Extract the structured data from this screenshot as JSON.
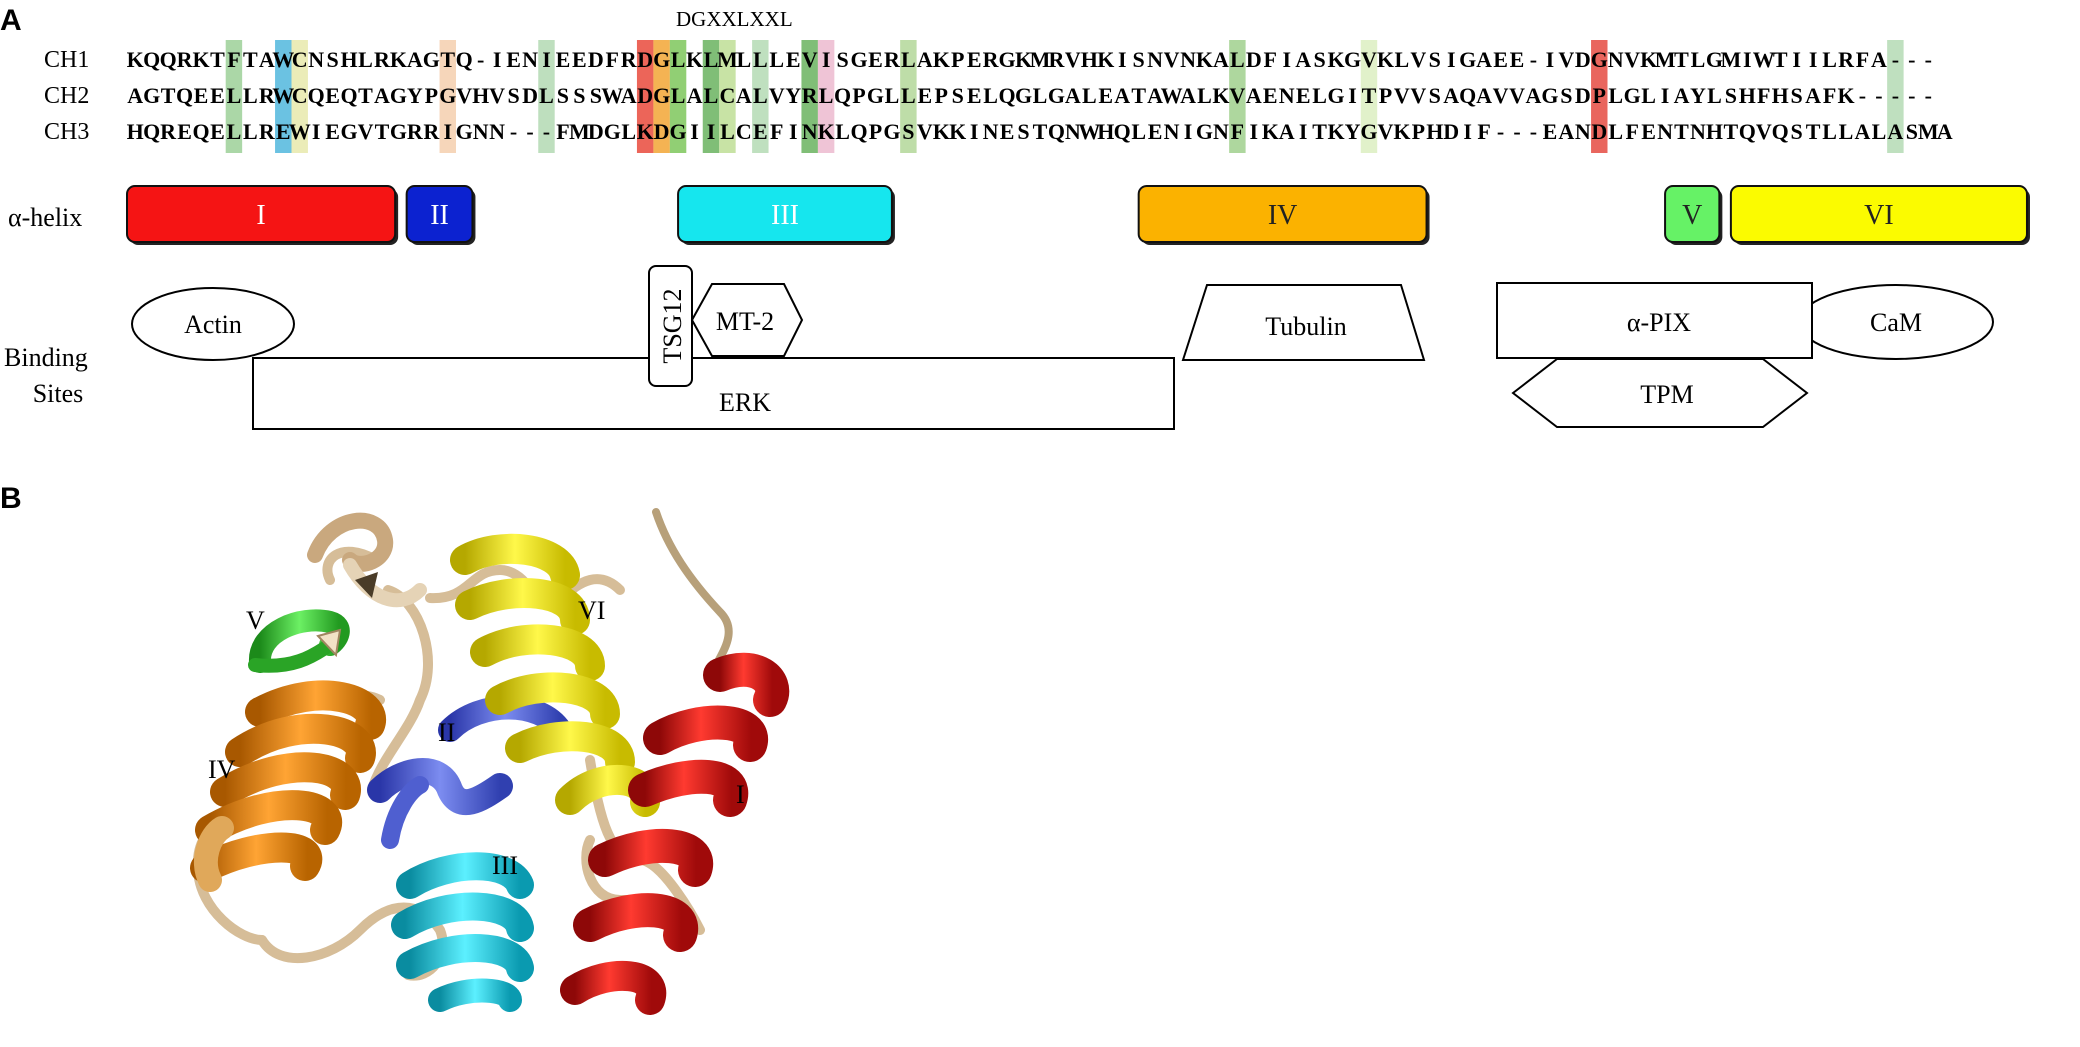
{
  "panels": {
    "a": "A",
    "b": "B"
  },
  "motif": "DGXXLXXL",
  "sequences": [
    {
      "name": "CH1",
      "seq": "KQQRKTFTAWCNSHLRKAGTQ-IENIEEDFRDGLKLMLLLEVISGERLAKPERGKMRVHKISNVNKALDFIASKGVKLVSIGAEE-IVDGNVKMTLGMIWTIILRFA---"
    },
    {
      "name": "CH2",
      "seq": "AGTQEELLRWCQEQTAGYPGVHVSDLSSSWADGLALCALVYRLQPGLLEPSELQGLGALEATAWALKVAENELGITPVVSAQAVVAGSDPLGLIAYLSHFHSAFK-----"
    },
    {
      "name": "CH3",
      "seq": "HQREQELLREWIEGVTGRRIGNN---FMDGLKDGIILCEFINKLQPGSVKKINESTQNWHQLENIGNFIKAITKYGVKPHDIF---EANDLFENTNHTQVQSTLLALASMA"
    }
  ],
  "conservation": [
    {
      "col": 6,
      "color": "#8fc98a"
    },
    {
      "col": 9,
      "color": "#3aaed8"
    },
    {
      "col": 10,
      "color": "#e4e6a0"
    },
    {
      "col": 19,
      "color": "#f3c8a3"
    },
    {
      "col": 25,
      "color": "#a8d4a8"
    },
    {
      "col": 31,
      "color": "#e63222"
    },
    {
      "col": 32,
      "color": "#f09a1a"
    },
    {
      "col": 33,
      "color": "#6cbf45"
    },
    {
      "col": 35,
      "color": "#55a84a"
    },
    {
      "col": 36,
      "color": "#b5d987"
    },
    {
      "col": 38,
      "color": "#a9d6a9"
    },
    {
      "col": 41,
      "color": "#55a84a"
    },
    {
      "col": 42,
      "color": "#e9b0c8"
    },
    {
      "col": 47,
      "color": "#a8d18b"
    },
    {
      "col": 67,
      "color": "#93c97d"
    },
    {
      "col": 75,
      "color": "#d7ecb8"
    },
    {
      "col": 89,
      "color": "#e23328"
    },
    {
      "col": 107,
      "color": "#a9d6a9"
    }
  ],
  "helix_label": "α-helix",
  "helices": [
    {
      "label": "I",
      "color": "#f51414",
      "text_color": "#ffffff",
      "start": 0,
      "end": 16.3
    },
    {
      "label": "II",
      "color": "#0c22d0",
      "text_color": "#ffffff",
      "start": 17,
      "end": 21
    },
    {
      "label": "III",
      "color": "#16e6ee",
      "text_color": "#ffffff",
      "start": 33.5,
      "end": 46.5
    },
    {
      "label": "IV",
      "color": "#fbb200",
      "text_color": "#222222",
      "start": 61.5,
      "end": 79
    },
    {
      "label": "V",
      "color": "#66f266",
      "text_color": "#222222",
      "start": 93.5,
      "end": 96.8
    },
    {
      "label": "VI",
      "color": "#fbfb00",
      "text_color": "#222222",
      "start": 97.5,
      "end": 115.5
    }
  ],
  "binding_label": [
    "Binding",
    "Sites"
  ],
  "binding_sites": {
    "actin": "Actin",
    "erk": "ERK",
    "tsg12": "TSG12",
    "mt2": "MT-2",
    "tubulin": "Tubulin",
    "pix": "α-PIX",
    "cam": "CaM",
    "tpm": "TPM"
  },
  "structure_labels": {
    "v": "V",
    "vi": "VI",
    "ii": "II",
    "iv": "IV",
    "iii": "III",
    "i": "I"
  },
  "colors": {
    "helix_I": "#e8141a",
    "helix_II": "#5a6adc",
    "helix_III": "#1ec8e0",
    "helix_IV": "#ef8a14",
    "helix_V": "#3ec83a",
    "helix_VI": "#f2e614",
    "coil": "#d8bf9a"
  }
}
